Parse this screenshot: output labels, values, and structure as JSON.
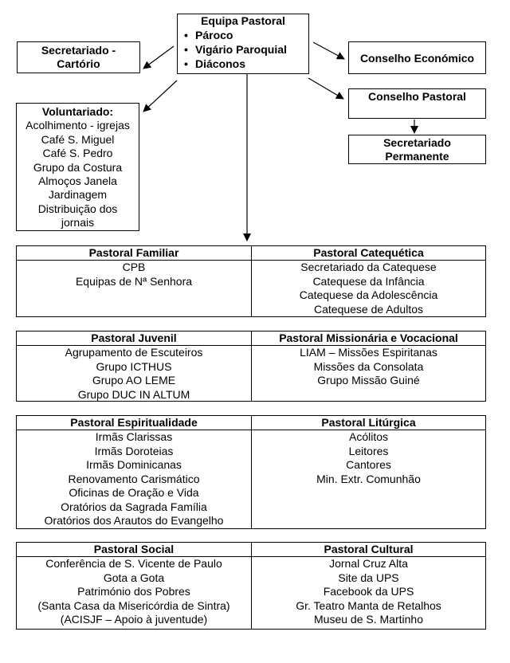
{
  "equipa_pastoral": {
    "title": "Equipa Pastoral",
    "items": [
      "Pároco",
      "Vigário Paroquial",
      "Diáconos"
    ]
  },
  "secretariado_cartorio": [
    "Secretariado -",
    "Cartório"
  ],
  "conselho_economico": "Conselho Económico",
  "conselho_pastoral": "Conselho Pastoral",
  "secretariado_permanente": [
    "Secretariado",
    "Permanente"
  ],
  "voluntariado": {
    "title": "Voluntariado:",
    "items": [
      "Acolhimento - igrejas",
      "Café S. Miguel",
      "Café S. Pedro",
      "Grupo da Costura",
      "Almoços Janela",
      "Jardinagem",
      "Distribuição dos",
      "jornais"
    ]
  },
  "pastorals": [
    {
      "left": {
        "title": "Pastoral Familiar",
        "items": [
          "CPB",
          "Equipas de Nª Senhora"
        ]
      },
      "right": {
        "title": "Pastoral Catequética",
        "items": [
          "Secretariado da Catequese",
          "Catequese da Infância",
          "Catequese da Adolescência",
          "Catequese de Adultos"
        ]
      }
    },
    {
      "left": {
        "title": "Pastoral Juvenil",
        "items": [
          "Agrupamento de Escuteiros",
          "Grupo ICTHUS",
          "Grupo AO LEME",
          "Grupo DUC IN ALTUM"
        ]
      },
      "right": {
        "title": "Pastoral Missionária e Vocacional",
        "items": [
          "LIAM – Missões Espiritanas",
          "Missões da Consolata",
          "Grupo Missão Guiné"
        ]
      }
    },
    {
      "left": {
        "title": "Pastoral Espiritualidade",
        "items": [
          "Irmãs Clarissas",
          "Irmãs Doroteias",
          "Irmãs Dominicanas",
          "Renovamento Carismático",
          "Oficinas de Oração e Vida",
          "Oratórios da Sagrada Família",
          "Oratórios dos Arautos do Evangelho"
        ]
      },
      "right": {
        "title": "Pastoral Litúrgica",
        "items": [
          "Acólitos",
          "Leitores",
          "Cantores",
          "Min. Extr. Comunhão"
        ]
      }
    },
    {
      "left": {
        "title": "Pastoral Social",
        "items": [
          "Conferência de S. Vicente de Paulo",
          "Gota a Gota",
          "Património dos Pobres",
          "(Santa Casa da Misericórdia de Sintra)",
          "(ACISJF – Apoio à juventude)"
        ]
      },
      "right": {
        "title": "Pastoral Cultural",
        "items": [
          "Jornal Cruz Alta",
          "Site da UPS",
          "Facebook da UPS",
          "Gr. Teatro Manta de Retalhos",
          "Museu de S. Martinho"
        ]
      }
    }
  ]
}
